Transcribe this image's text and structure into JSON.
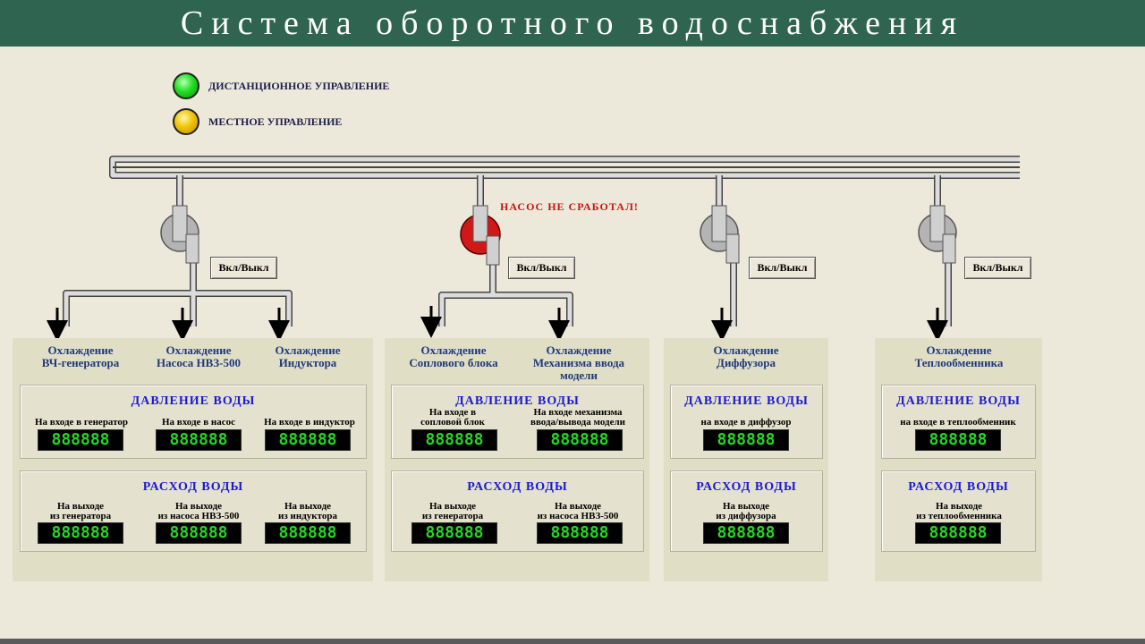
{
  "title": "Система оборотного водоснабжения",
  "status": {
    "remote": {
      "label": "ДИСТАНЦИОННОЕ УПРАВЛЕНИЕ",
      "color": "#22e022"
    },
    "local": {
      "label": "МЕСТНОЕ УПРАВЛЕНИЕ",
      "color": "#f0c400"
    }
  },
  "alert": "НАСОС НЕ СРАБОТАЛ!",
  "colors": {
    "pump_ok": "#b4b4b4",
    "pump_fault": "#d01818",
    "digits": "#27d527",
    "title_bg": "#2e6450"
  },
  "pumps": [
    {
      "button": "Вкл/Выкл",
      "state": "ok"
    },
    {
      "button": "Вкл/Выкл",
      "state": "fault"
    },
    {
      "button": "Вкл/Выкл",
      "state": "ok"
    },
    {
      "button": "Вкл/Выкл",
      "state": "ok"
    }
  ],
  "panel1": {
    "cooling": [
      "Охлаждение\nВЧ-генератора",
      "Охлаждение\nНасоса НВЗ-500",
      "Охлаждение\nИндуктора"
    ],
    "pressure_title": "ДАВЛЕНИЕ  ВОДЫ",
    "pressure": [
      "На входе в генератор",
      "На входе в насос",
      "На входе в индуктор"
    ],
    "flow_title": "РАСХОД  ВОДЫ",
    "flow": [
      "На выходе\nиз генератора",
      "На выходе\nиз насоса НВЗ-500",
      "На выходе\nиз индуктора"
    ]
  },
  "panel2": {
    "cooling": [
      "Охлаждение\nСоплового блока",
      "Охлаждение\nМеханизма ввода\nмодели"
    ],
    "pressure_title": "ДАВЛЕНИЕ  ВОДЫ",
    "pressure": [
      "На входе в\nсопловой блок",
      "На входе механизма\nввода/вывода модели"
    ],
    "flow_title": "РАСХОД  ВОДЫ",
    "flow": [
      "На выходе\nиз генератора",
      "На выходе\nиз насоса НВЗ-500"
    ]
  },
  "panel3": {
    "cooling": [
      "Охлаждение\nДиффузора"
    ],
    "pressure_title": "ДАВЛЕНИЕ  ВОДЫ",
    "pressure": [
      "на входе в диффузор"
    ],
    "flow_title": "РАСХОД  ВОДЫ",
    "flow": [
      "На выходе\nиз диффузора"
    ]
  },
  "panel4": {
    "cooling": [
      "Охлаждение\nТеплообменника"
    ],
    "pressure_title": "ДАВЛЕНИЕ  ВОДЫ",
    "pressure": [
      "на входе в теплообменник"
    ],
    "flow_title": "РАСХОД  ВОДЫ",
    "flow": [
      "На выходе\nиз теплообменника"
    ]
  },
  "display": "888888"
}
